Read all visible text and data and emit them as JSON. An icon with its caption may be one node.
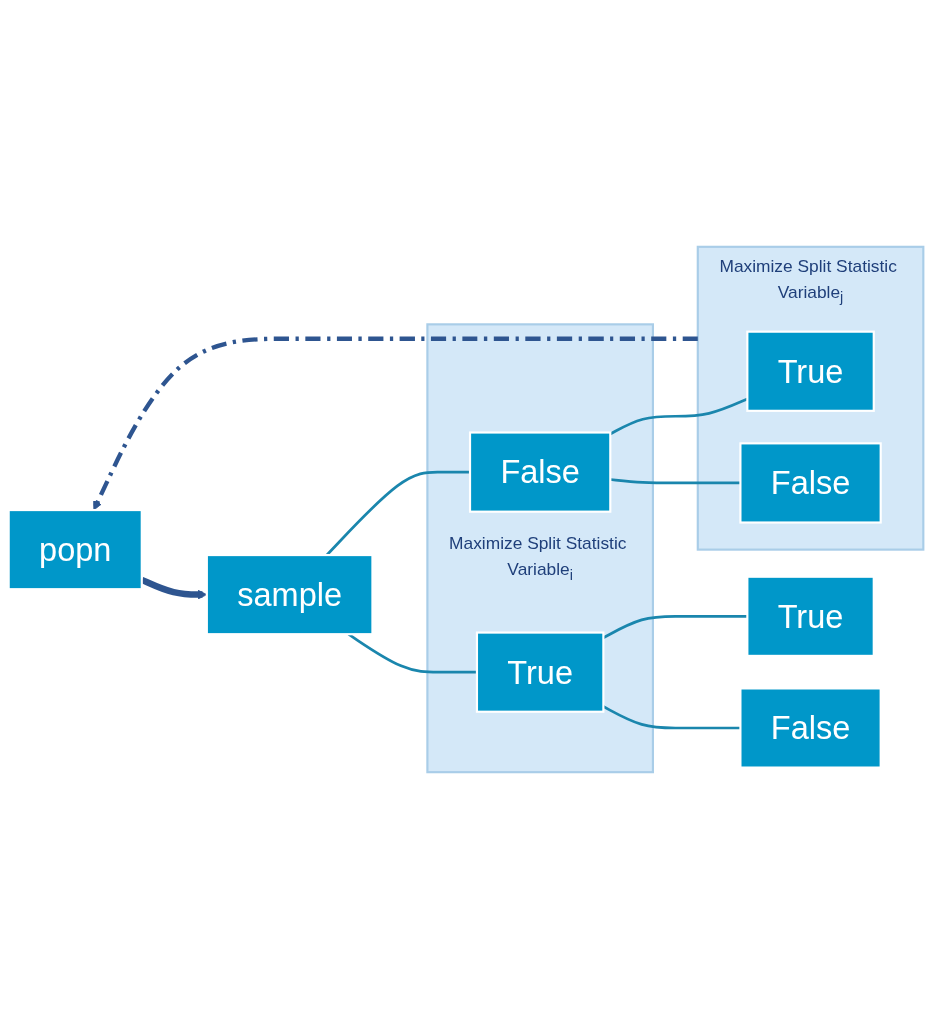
{
  "diagram": {
    "nodes": [
      {
        "text": [
          "popn"
        ]
      },
      {
        "text": [
          "sample"
        ]
      },
      {
        "text": [
          "Maximize Split Statistic Variable$_{i}$"
        ]
      },
      {
        "text": [
          "True"
        ],
        "in": 2
      },
      {
        "text": [
          "False"
        ],
        "in": 2
      },
      {
        "text": [
          "True"
        ]
      },
      {
        "text": [
          "False"
        ]
      },
      {
        "text": [
          "Maximize Split Statistic Variable$_{j}$"
        ]
      },
      {
        "text": [
          "True"
        ],
        "in": 7
      },
      {
        "text": [
          "False"
        ],
        "in": 7
      }
    ],
    "edges": [
      {
        "from": 0,
        "to": 1,
        "arrow": "to",
        "color": "#2e5590",
        "style": "thick"
      },
      {
        "from": 1,
        "to": 3,
        "arrow": "none"
      },
      {
        "from": 1,
        "to": 4,
        "arrow": "none"
      },
      {
        "from": 3,
        "to": 5,
        "arrow": "none"
      },
      {
        "from": 3,
        "to": 6,
        "arrow": "none"
      },
      {
        "from": 4,
        "to": 8,
        "arrow": "none"
      },
      {
        "from": 4,
        "to": 9,
        "arrow": "none"
      },
      {
        "from": 7,
        "to": 0,
        "arrow": "to",
        "style": "dashed",
        "color": "#2e5590"
      }
    ]
  }
}
